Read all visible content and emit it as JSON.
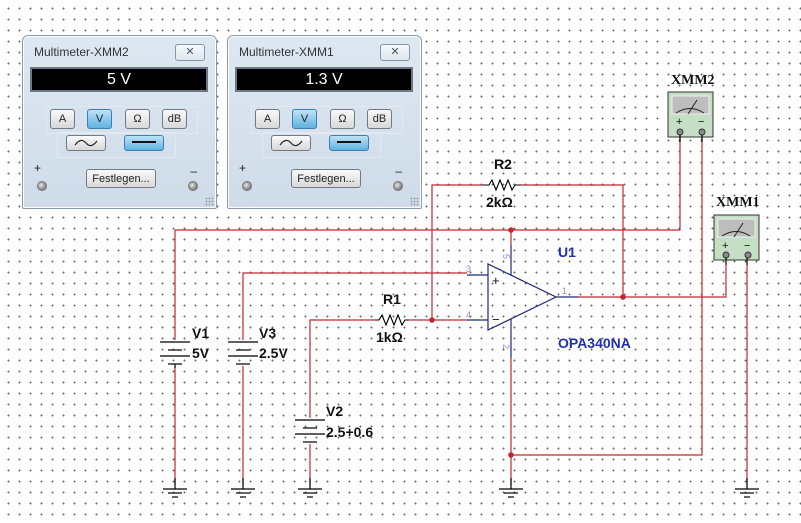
{
  "multimeters": [
    {
      "title": "Multimeter-XMM2",
      "close_icon": "close-icon",
      "reading": "5 V",
      "modes": [
        "A",
        "V",
        "Ω",
        "dB"
      ],
      "active_mode": "V",
      "waveforms": [
        "ac-wave-icon",
        "dc-line-icon"
      ],
      "active_waveform": "dc",
      "settings_label": "Festlegen...",
      "plus_label": "+",
      "minus_label": "–"
    },
    {
      "title": "Multimeter-XMM1",
      "close_icon": "close-icon",
      "reading": "1.3 V",
      "modes": [
        "A",
        "V",
        "Ω",
        "dB"
      ],
      "active_mode": "V",
      "waveforms": [
        "ac-wave-icon",
        "dc-line-icon"
      ],
      "active_waveform": "dc",
      "settings_label": "Festlegen...",
      "plus_label": "+",
      "minus_label": "–"
    }
  ],
  "schematic": {
    "wire_color": "#c0282d",
    "component_color": "#000000",
    "label_blue": "#1f2fb0",
    "components": {
      "R1": {
        "name": "R1",
        "value": "1kΩ"
      },
      "R2": {
        "name": "R2",
        "value": "2kΩ"
      },
      "V1": {
        "name": "V1",
        "value": "5V"
      },
      "V2": {
        "name": "V2",
        "value": "2.5+0.6"
      },
      "V3": {
        "name": "V3",
        "value": "2.5V"
      },
      "U1": {
        "name": "U1",
        "part": "OPA340NA",
        "pins": {
          "out": "1",
          "gnd": "2",
          "inp": "3",
          "inn": "4",
          "vcc": "5"
        },
        "plus": "+",
        "minus": "−"
      },
      "XMM1": {
        "name": "XMM1",
        "plus": "+",
        "minus": "−"
      },
      "XMM2": {
        "name": "XMM2",
        "plus": "+",
        "minus": "−"
      }
    }
  }
}
